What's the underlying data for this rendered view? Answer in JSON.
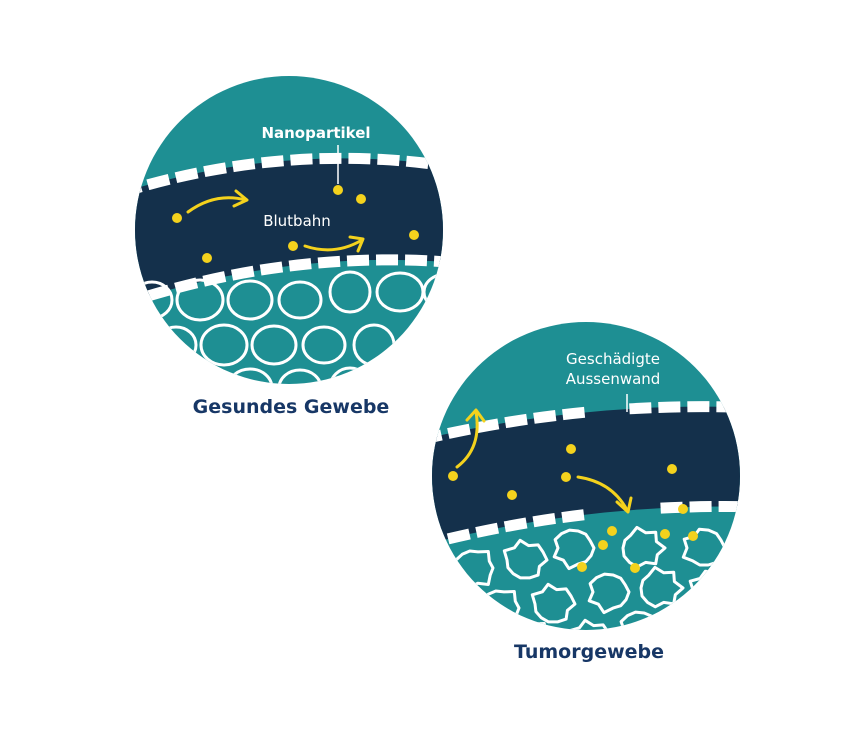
{
  "healthy": {
    "label_particles": "Nanopartikel",
    "label_bloodstream": "Blutbahn",
    "caption": "Gesundes Gewebe"
  },
  "tumor": {
    "label_wall_line1": "Geschädigte",
    "label_wall_line2": "Aussenwand",
    "caption": "Tumorgewebe"
  },
  "colors": {
    "teal": "#1e8f93",
    "navy": "#14304b",
    "particle": "#f4d21d",
    "wall": "#ffffff",
    "caption": "#173766"
  }
}
